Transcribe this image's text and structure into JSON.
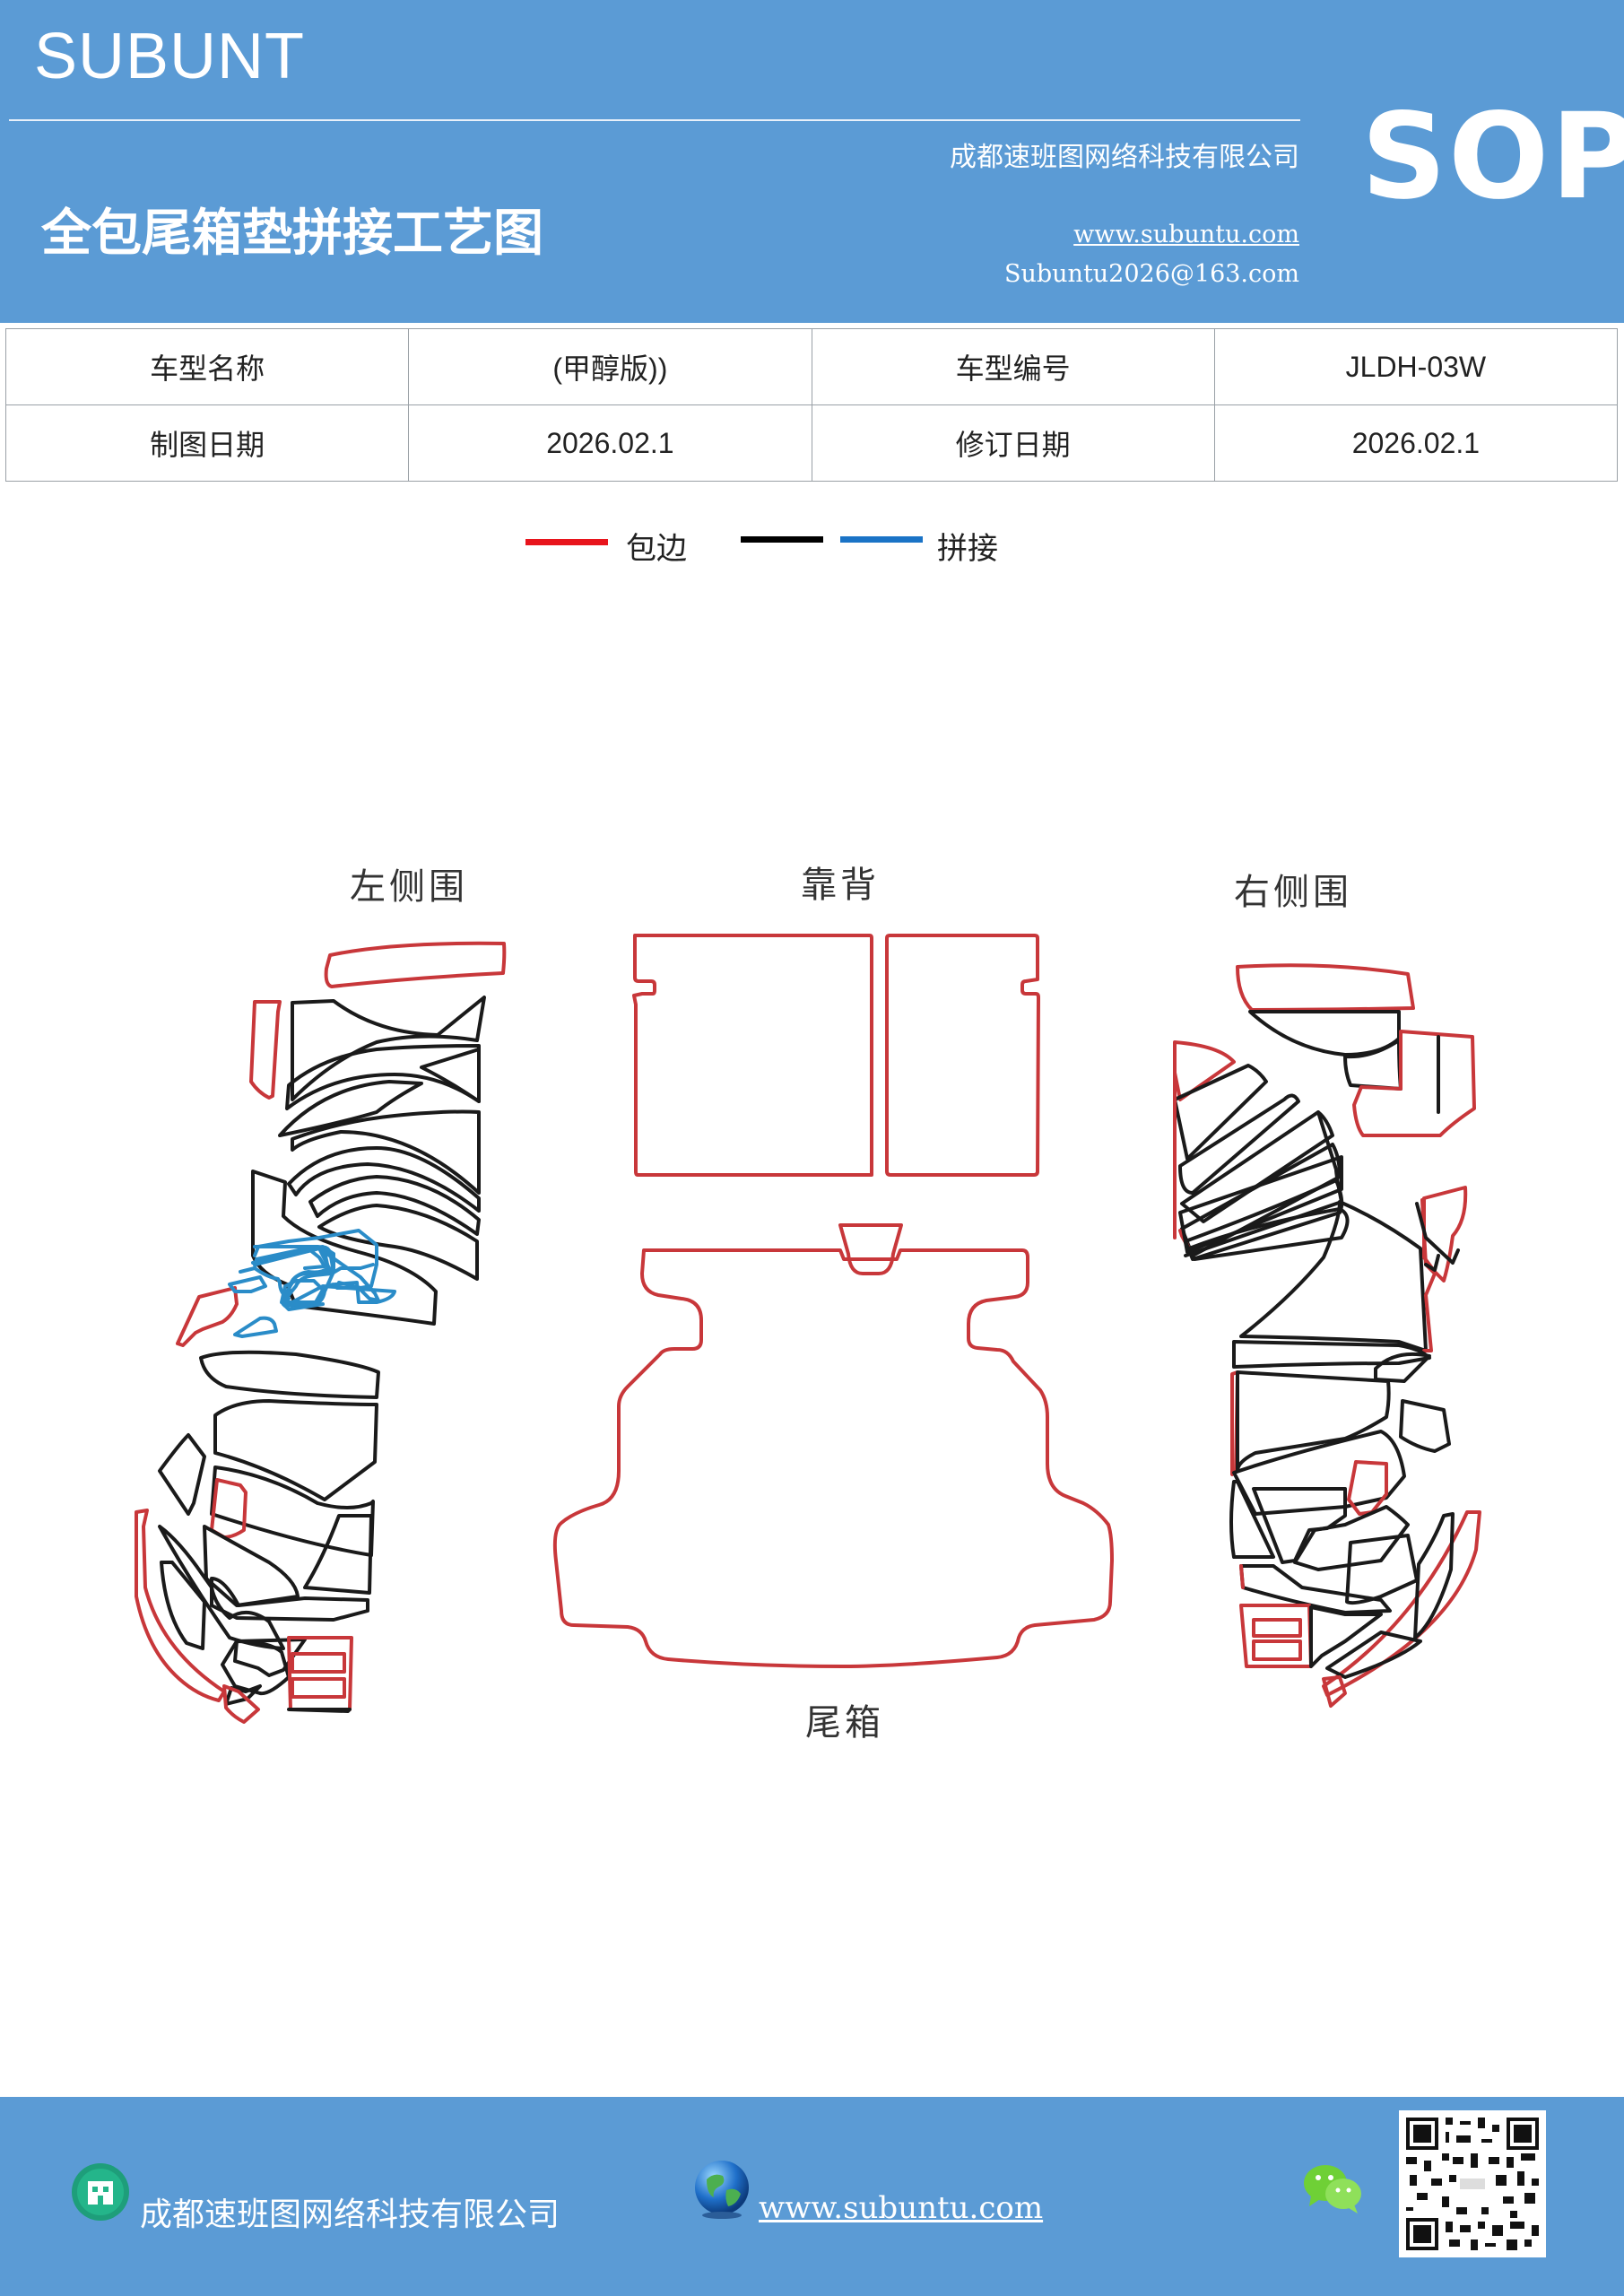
{
  "header": {
    "brand": "SUBUNT",
    "company": "成都速班图网络科技有限公司",
    "title": "全包尾箱垫拼接工艺图",
    "website": "www.subuntu.com",
    "email": "Subuntu2026@163.com",
    "badge": "SOP"
  },
  "info": {
    "model_name_label": "车型名称",
    "model_name_value": "(甲醇版))",
    "model_no_label": "车型编号",
    "model_no_value": "JLDH-03W",
    "draw_date_label": "制图日期",
    "draw_date_value": "2026.02.1",
    "revise_date_label": "修订日期",
    "revise_date_value": "2026.02.1"
  },
  "legend": {
    "edge_label": "包边",
    "join_label": "拼接",
    "colors": {
      "edge": "#e8141c",
      "black": "#000000",
      "join": "#1a73c6"
    }
  },
  "diagram": {
    "left_side": "左侧围",
    "backrest": "靠背",
    "right_side": "右侧围",
    "trunk": "尾箱",
    "colors": {
      "outline_red": "#c8373a",
      "outline_black": "#1a1a1a",
      "outline_blue": "#2a8cc8"
    }
  },
  "footer": {
    "company": "成都速班图网络科技有限公司",
    "website": "www.subuntu.com",
    "icons": [
      "building-icon",
      "globe-icon",
      "wechat-icon",
      "qr-code"
    ]
  }
}
